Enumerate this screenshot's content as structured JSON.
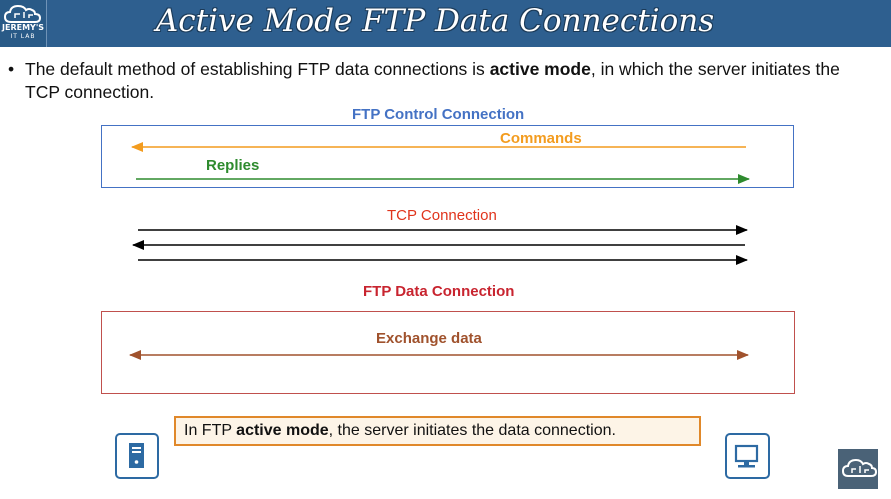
{
  "header": {
    "title": "Active Mode FTP Data Connections",
    "logo_line1": "JEREMY'S",
    "logo_line2": "IT LAB",
    "logo_icon": "cloud-network-icon"
  },
  "bullet": {
    "pre": "The default method of establishing FTP data connections is ",
    "bold": "active mode",
    "post": ", in which the server initiates the TCP connection."
  },
  "control": {
    "title": "FTP Control Connection",
    "commands": "Commands",
    "replies": "Replies"
  },
  "tcp": {
    "title": "TCP Connection"
  },
  "data_conn": {
    "title": "FTP Data Connection",
    "exchange": "Exchange data"
  },
  "callout": {
    "pre": "In FTP ",
    "bold": "active mode",
    "post": ", the server initiates the data connection."
  },
  "devices": {
    "left": "server-icon",
    "right": "pc-icon"
  },
  "colors": {
    "header": "#2e5f8f",
    "control": "#4472c4",
    "commands": "#f39c1f",
    "replies": "#2e8b2e",
    "tcp_title": "#e0341c",
    "data_title": "#c8242f",
    "exchange": "#a0522d",
    "callout_border": "#e0882a"
  }
}
